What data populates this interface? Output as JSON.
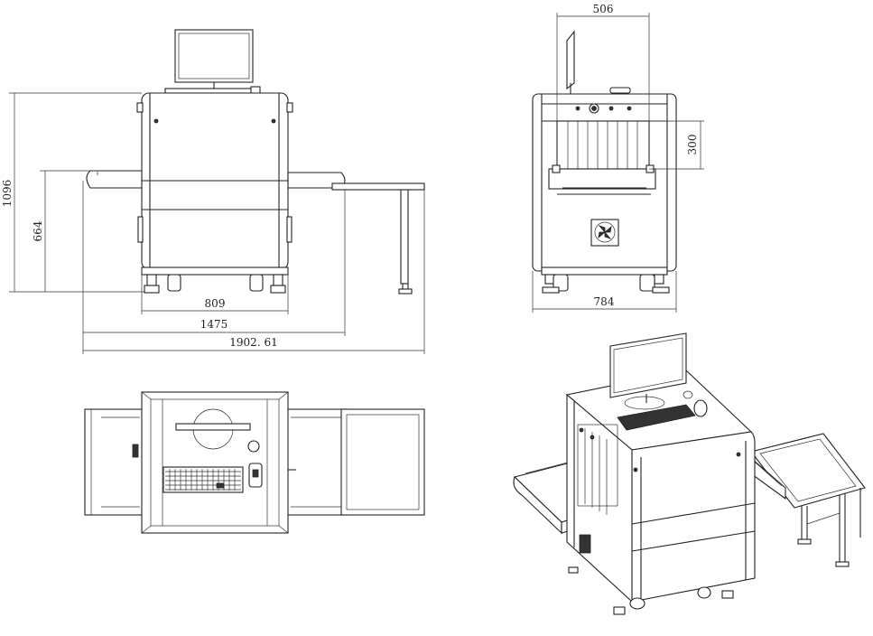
{
  "dimensions": {
    "height_total": "1096",
    "height_belt": "664",
    "width_body": "809",
    "length_with_belt": "1475",
    "length_total": "1902. 61",
    "tunnel_width": "506",
    "tunnel_height": "300",
    "body_depth": "784"
  },
  "views": [
    "front-view",
    "side-view",
    "top-view",
    "isometric-view"
  ],
  "colors": {
    "line": "#222222",
    "background": "#ffffff"
  }
}
